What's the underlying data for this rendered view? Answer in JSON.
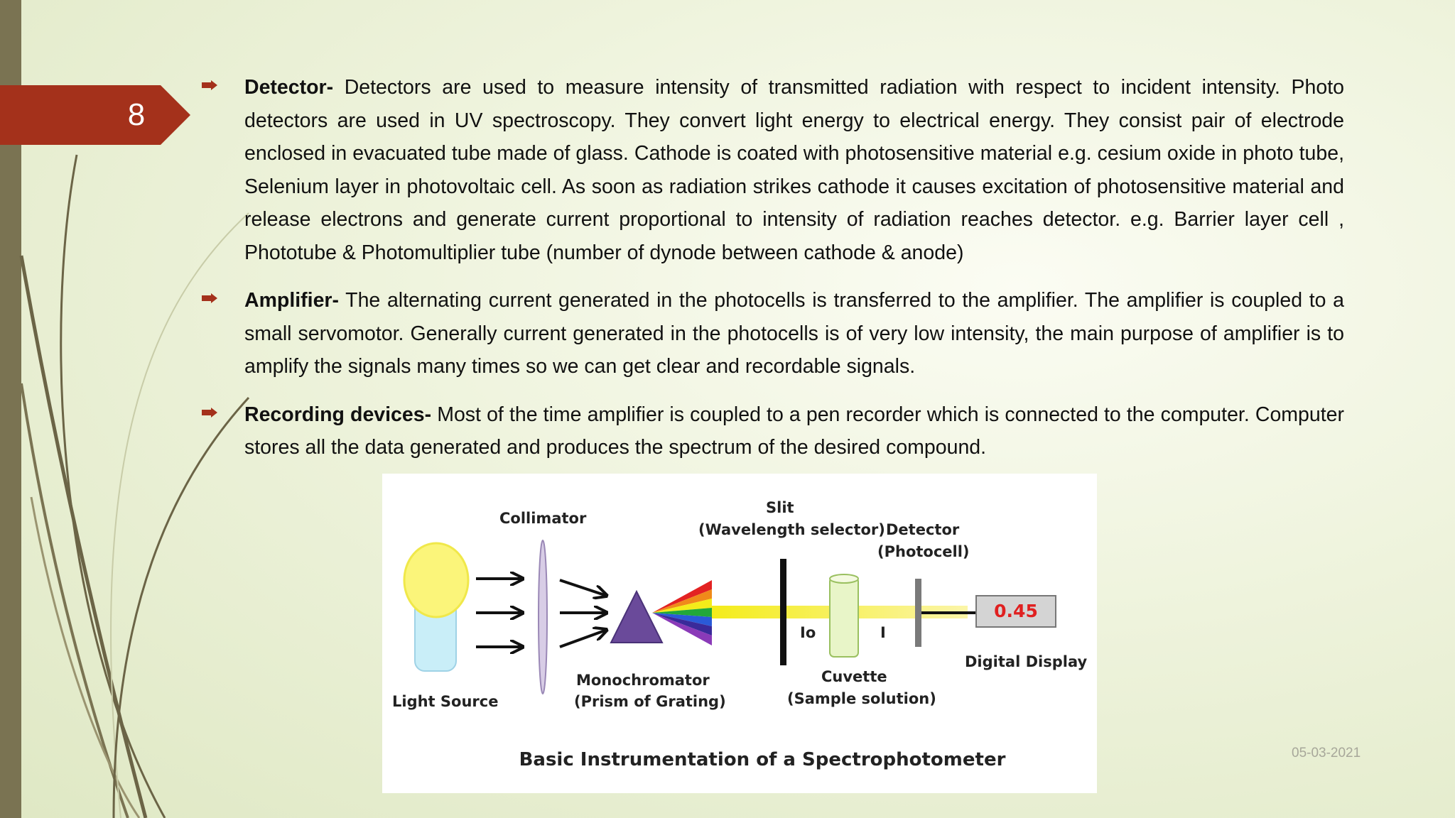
{
  "slide": {
    "number": "8",
    "date": "05-03-2021"
  },
  "bullets": [
    {
      "term": "Detector-",
      "text": " Detectors are used to measure intensity of transmitted radiation with respect to incident intensity. Photo detectors are used in UV spectroscopy. They convert light energy to electrical energy. They consist pair of electrode enclosed in evacuated tube made of glass. Cathode is coated with photosensitive material e.g. cesium oxide in photo tube, Selenium layer in photovoltaic cell. As soon as radiation strikes cathode it causes excitation of photosensitive material and release electrons and generate current proportional to intensity of radiation reaches detector. e.g. Barrier layer cell , Phototube & Photomultiplier tube (number of dynode between cathode & anode)"
    },
    {
      "term": "Amplifier-",
      "text": " The alternating current generated in the photocells is transferred to the amplifier. The amplifier is coupled to a small servomotor. Generally current generated in the photocells is of very low intensity, the main purpose of amplifier is to amplify the signals many times so we can get clear and recordable signals."
    },
    {
      "term": "Recording devices-",
      "text": " Most of the time amplifier is coupled to a pen recorder which is connected to the computer. Computer stores all the data generated and produces the spectrum of the desired compound."
    }
  ],
  "diagram": {
    "labels": {
      "collimator": "Collimator",
      "slit": "Slit",
      "wavelength_selector": "(Wavelength selector)",
      "detector": "Detector",
      "photocell": "(Photocell)",
      "io": "Io",
      "i": "I",
      "digital_display": "Digital Display",
      "light_source": "Light Source",
      "monochromator": "Monochromator",
      "prism_of_grating": "(Prism of Grating)",
      "cuvette": "Cuvette",
      "sample_solution": "(Sample solution)"
    },
    "display_value": "0.45",
    "caption": "Basic Instrumentation of a Spectrophotometer"
  },
  "colors": {
    "accent": "#a4311b",
    "sidebar": "#7a7352",
    "beam": "#f4ec1a"
  }
}
